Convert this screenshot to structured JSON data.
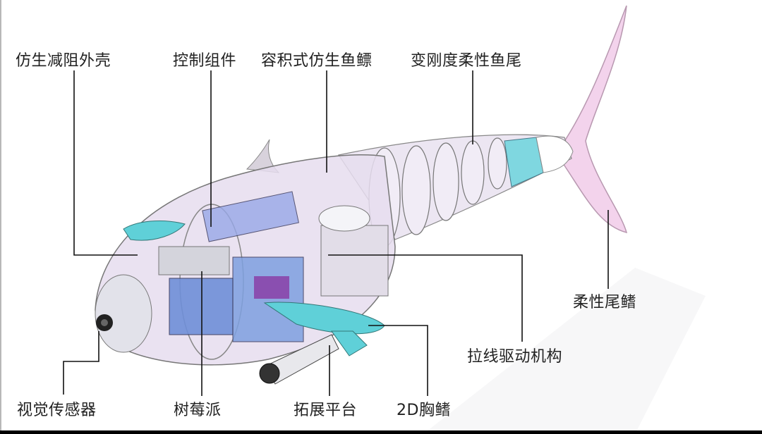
{
  "labels": {
    "shell": "仿生减阻外壳",
    "control": "控制组件",
    "swim_bladder": "容积式仿生鱼鳔",
    "tail": "变刚度柔性鱼尾",
    "caudal_fin": "柔性尾鳍",
    "cable_drive": "拉线驱动机构",
    "pectoral_fin": "2D胸鳍",
    "platform": "拓展平台",
    "raspberry_pi": "树莓派",
    "vision_sensor": "视觉传感器"
  },
  "colors": {
    "body": "#e6ddef",
    "fin_tail": "#f3d3ec",
    "fin_pectoral": "#5fd0d8",
    "board": "#6f8fd8",
    "leader": "#111111"
  }
}
